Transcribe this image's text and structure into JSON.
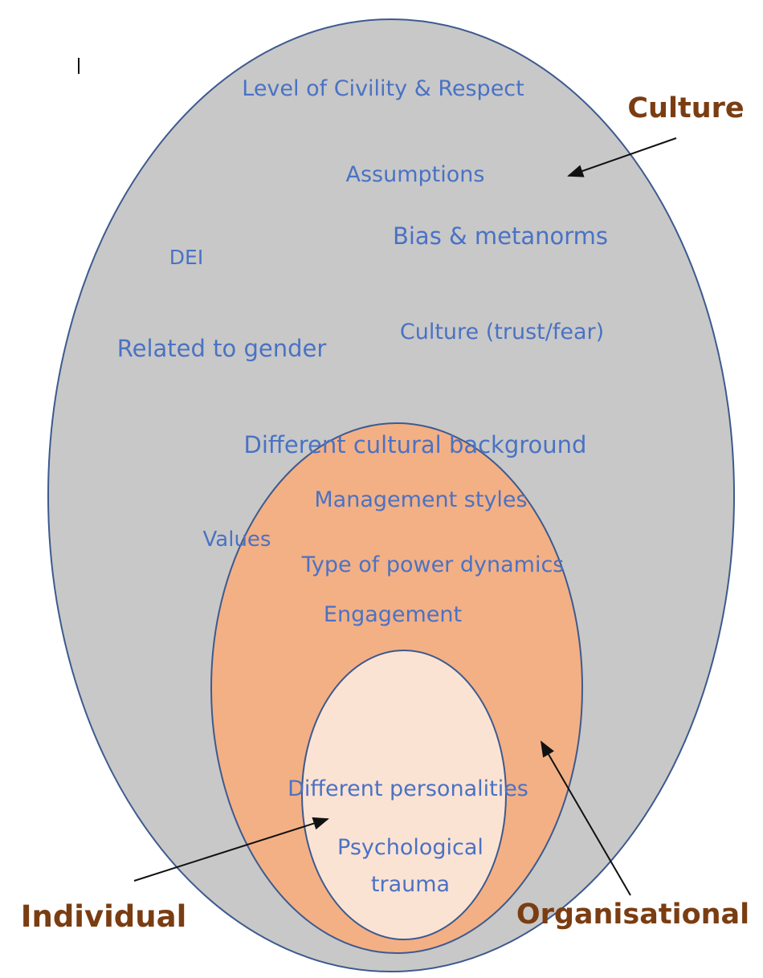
{
  "colors": {
    "outer_fill": "#c8c8c8",
    "middle_fill": "#f3b085",
    "inner_fill": "#fbe3d4",
    "ellipse_stroke": "#3d5a8f",
    "inner_text": "#4a72c4",
    "outer_label": "#7a3d12"
  },
  "labels": {
    "culture": "Culture",
    "organisational": "Organisational",
    "individual": "Individual"
  },
  "culture_items": {
    "civility": "Level of Civility & Respect",
    "assumptions": "Assumptions",
    "bias": "Bias & metanorms",
    "dei": "DEI",
    "gender": "Related to gender",
    "trust": "Culture (trust/fear)",
    "background": "Different cultural background",
    "values": "Values"
  },
  "organisational_items": {
    "management": "Management styles",
    "power": "Type of power dynamics",
    "engagement": "Engagement"
  },
  "individual_items": {
    "personalities": "Different personalities",
    "trauma_line1": "Psychological",
    "trauma_line2": "trauma"
  }
}
